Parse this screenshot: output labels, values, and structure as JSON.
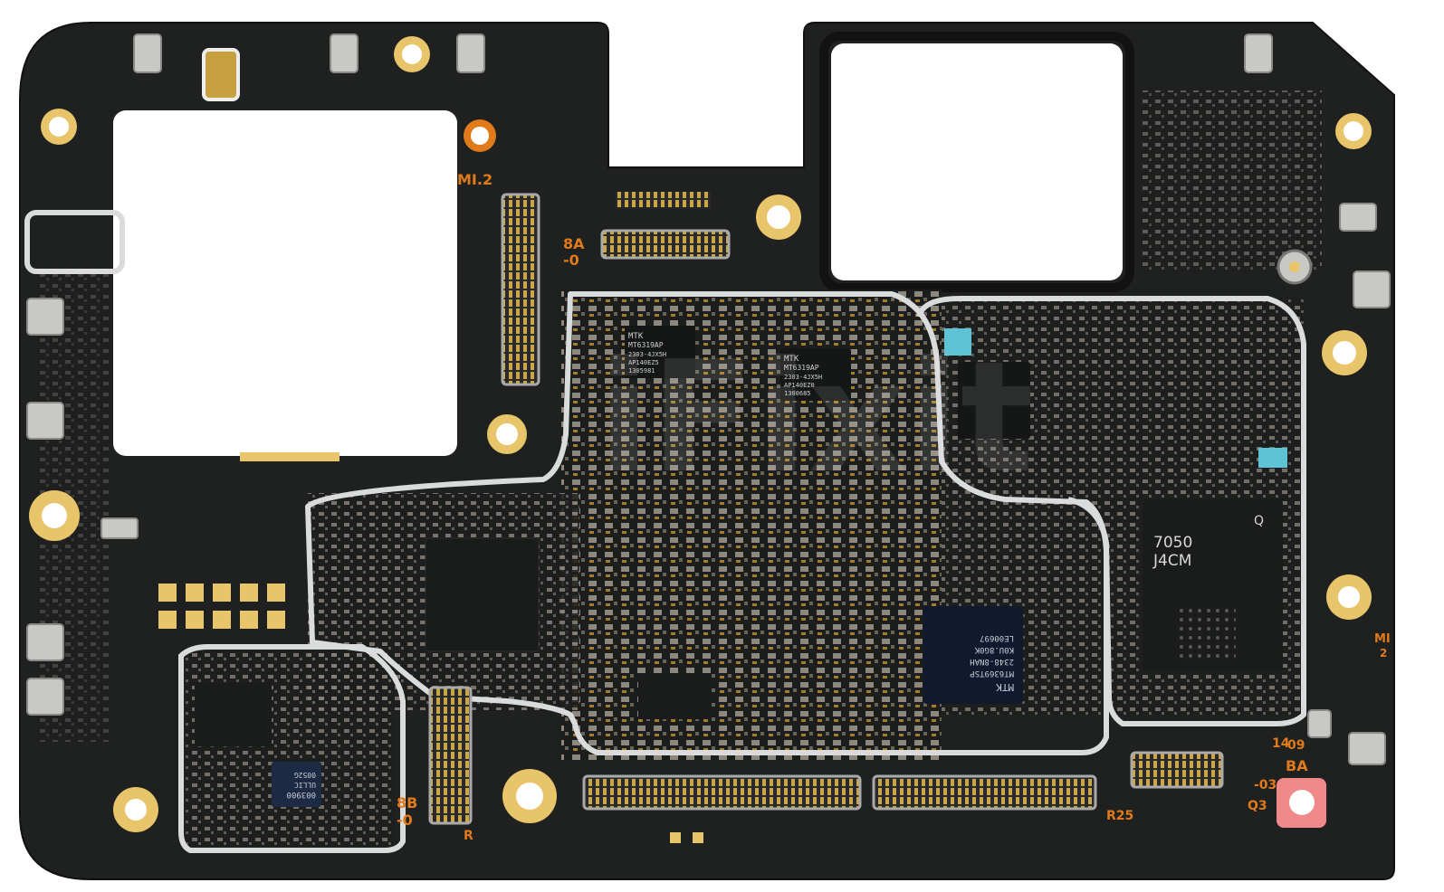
{
  "image": {
    "subject": "smartphone-mainboard",
    "colors": {
      "background": "#ffffff",
      "pcb": "#1f2020",
      "pcb_dark": "#141515",
      "shield": "#d9dbdc",
      "gold_pad": "#e8c46a",
      "orange_silk": "#e07a1a",
      "pink_pad": "#f08a8a",
      "cyan_pad": "#5fc3d6"
    }
  },
  "silkscreen": {
    "mi2_top": "MI.2",
    "code_8a": "8A",
    "code_8a_dash": "-0",
    "code_8b": "8B",
    "code_8b_dash": "-0",
    "r_mark": "R",
    "r25": "R25",
    "mi_right": "MI",
    "mi_right_num": "2",
    "num_09": "09",
    "num_14": "14",
    "ba": "BA",
    "o3": "-03",
    "q3": "Q3"
  },
  "chips": {
    "mtk_pmic_1": {
      "line1": "MTK",
      "line2": "MT6319AP",
      "line3": "2303-4JX5H",
      "line4": "AP140EZ5",
      "line5": "1305981"
    },
    "mtk_pmic_2": {
      "line1": "MTK",
      "line2": "MT6319AP",
      "line3": "2303-4JX5H",
      "line4": "AP140EZ0",
      "line5": "1300685"
    },
    "mtk_main": {
      "line1": "MTK",
      "line2": "MT6369TSP",
      "line3": "2348-8NAH",
      "line4": "K0U.8G0K",
      "line5": "LE00697"
    },
    "qualcomm": {
      "line1": "7050",
      "line2": "J4CM",
      "mark": "Q"
    },
    "small_chip": {
      "line1": "003900",
      "line2": "ULLIC",
      "line3": "0052G"
    }
  },
  "watermark": "iFixit"
}
